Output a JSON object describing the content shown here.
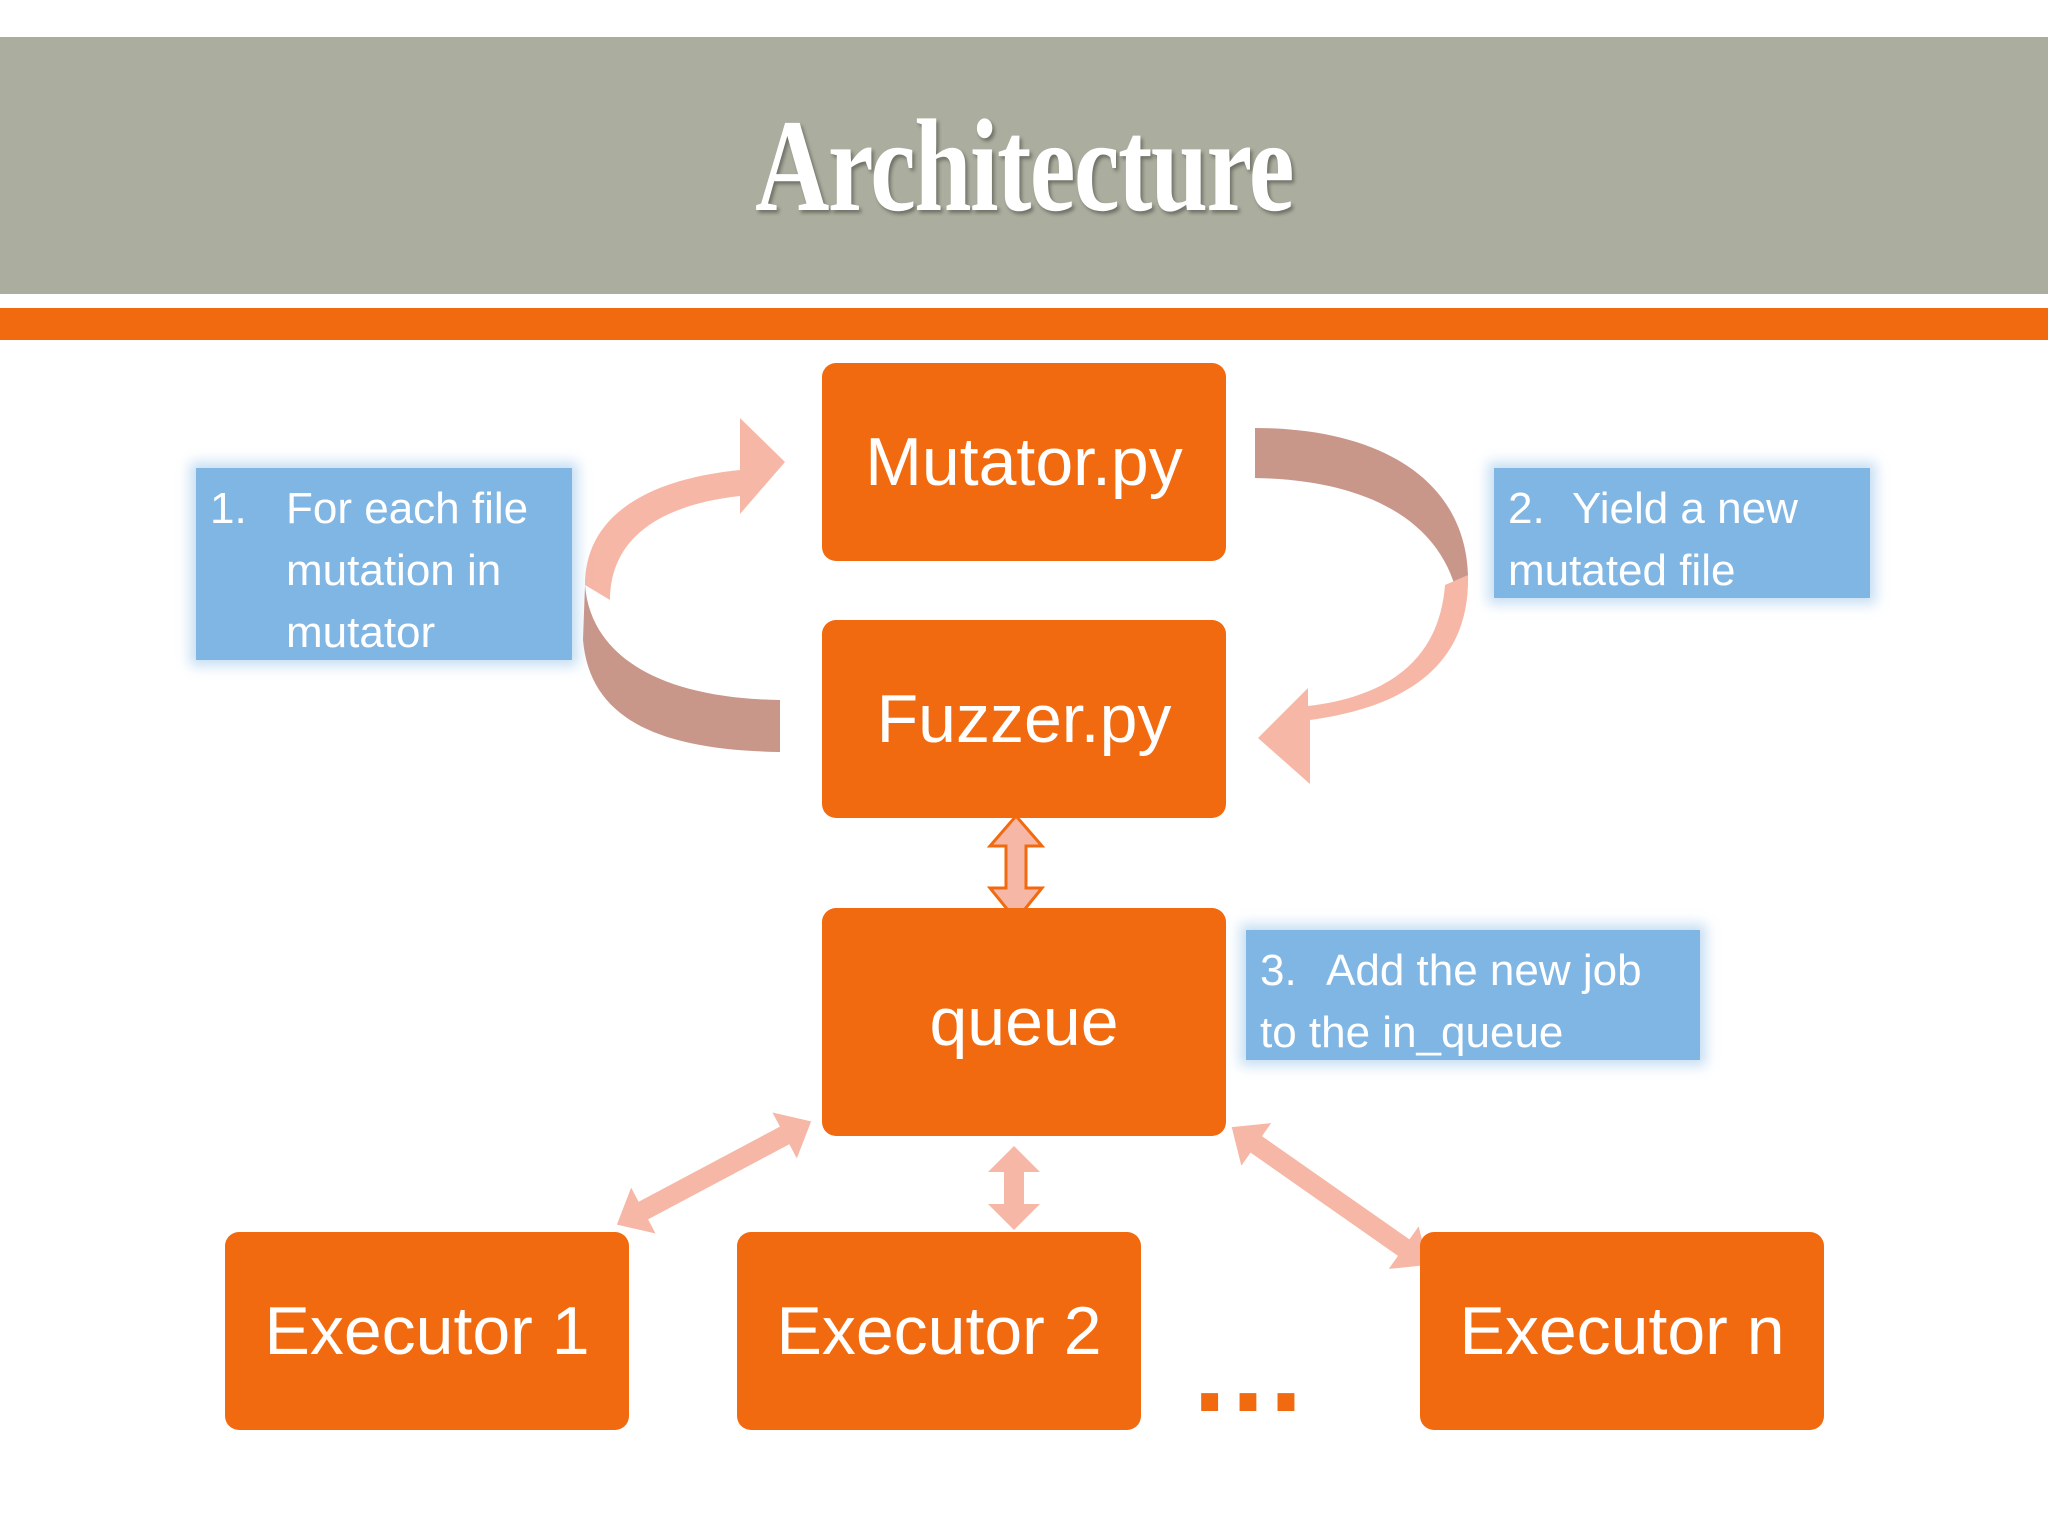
{
  "slide": {
    "title": "Architecture",
    "colors": {
      "title_band": "#abae9e",
      "accent": "#f26a0f",
      "note": "#80b6e4",
      "arrow_light": "#f7b7a6",
      "arrow_dark": "#c9968a"
    }
  },
  "nodes": {
    "mutator": "Mutator.py",
    "fuzzer": "Fuzzer.py",
    "queue": "queue",
    "executor_1": "Executor 1",
    "executor_2": "Executor 2",
    "executor_n": "Executor n",
    "ellipsis": "…"
  },
  "notes": {
    "step1": {
      "number": "1.",
      "lines": [
        "For each file",
        "mutation in",
        "mutator"
      ]
    },
    "step2": {
      "number": "2.",
      "lines": [
        "Yield a new",
        "mutated file"
      ]
    },
    "step3": {
      "number": "3.",
      "lines": [
        "Add the new job",
        "to the in_queue"
      ]
    }
  }
}
